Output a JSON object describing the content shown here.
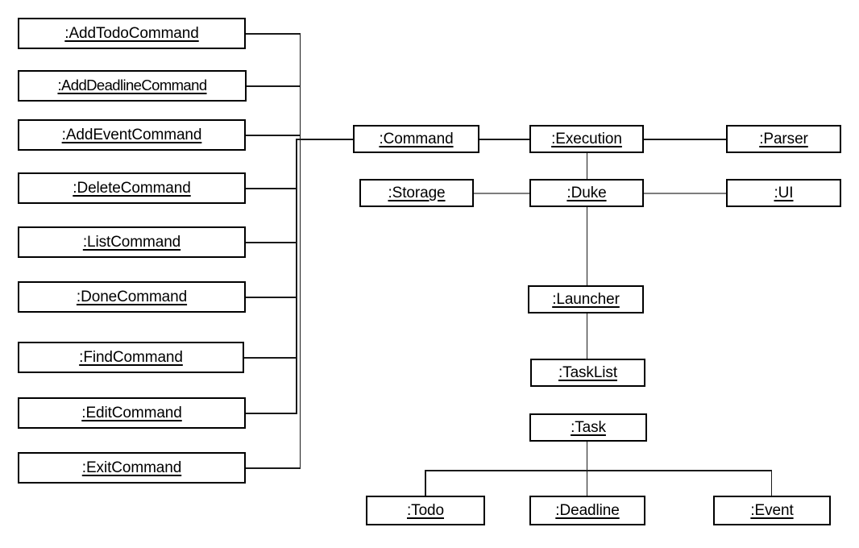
{
  "diagram": {
    "type": "uml-object-diagram",
    "title": "",
    "background_color": "#ffffff",
    "line_color": "#000000",
    "box_border_color": "#000000",
    "box_fill_color": "#ffffff",
    "text_color": "#000000"
  },
  "nodes": {
    "add_todo_command": {
      "label": ":AddTodoCommand"
    },
    "add_deadline_command": {
      "label": ":AddDeadlineCommand"
    },
    "add_event_command": {
      "label": ":AddEventCommand"
    },
    "delete_command": {
      "label": ":DeleteCommand"
    },
    "list_command": {
      "label": ":ListCommand"
    },
    "done_command": {
      "label": ":DoneCommand"
    },
    "find_command": {
      "label": ":FindCommand"
    },
    "edit_command": {
      "label": ":EditCommand"
    },
    "exit_command": {
      "label": ":ExitCommand"
    },
    "command": {
      "label": ":Command"
    },
    "execution": {
      "label": ":Execution"
    },
    "parser": {
      "label": ":Parser"
    },
    "storage": {
      "label": ":Storage"
    },
    "duke": {
      "label": ":Duke"
    },
    "ui": {
      "label": ":UI"
    },
    "launcher": {
      "label": ":Launcher"
    },
    "task_list": {
      "label": ":TaskList"
    },
    "task": {
      "label": ":Task"
    },
    "todo": {
      "label": ":Todo"
    },
    "deadline": {
      "label": ":Deadline"
    },
    "event": {
      "label": ":Event"
    }
  },
  "edges": [
    {
      "from": ":AddTodoCommand",
      "to": ":Command"
    },
    {
      "from": ":AddDeadlineCommand",
      "to": ":Command"
    },
    {
      "from": ":AddEventCommand",
      "to": ":Command"
    },
    {
      "from": ":DeleteCommand",
      "to": ":Command"
    },
    {
      "from": ":ListCommand",
      "to": ":Command"
    },
    {
      "from": ":DoneCommand",
      "to": ":Command"
    },
    {
      "from": ":FindCommand",
      "to": ":Command"
    },
    {
      "from": ":EditCommand",
      "to": ":Command"
    },
    {
      "from": ":ExitCommand",
      "to": ":Command"
    },
    {
      "from": ":Command",
      "to": ":Execution"
    },
    {
      "from": ":Execution",
      "to": ":Parser"
    },
    {
      "from": ":Execution",
      "to": ":Duke"
    },
    {
      "from": ":Storage",
      "to": ":Duke"
    },
    {
      "from": ":Duke",
      "to": ":UI"
    },
    {
      "from": ":Duke",
      "to": ":Launcher"
    },
    {
      "from": ":Launcher",
      "to": ":TaskList"
    },
    {
      "from": ":Task",
      "to": ":Todo"
    },
    {
      "from": ":Task",
      "to": ":Deadline"
    },
    {
      "from": ":Task",
      "to": ":Event"
    }
  ]
}
